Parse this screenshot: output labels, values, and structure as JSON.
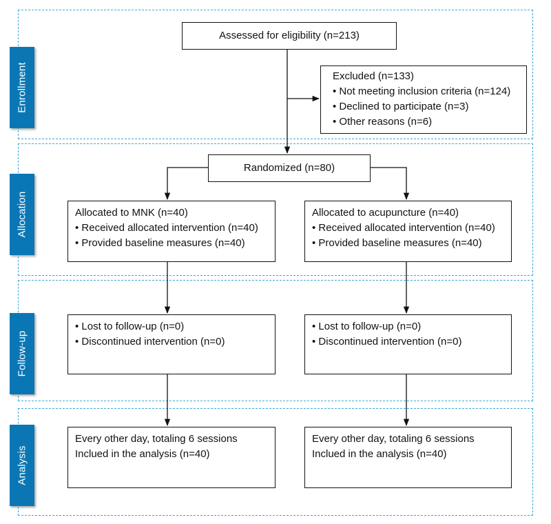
{
  "sections": [
    {
      "label": "Enrollment"
    },
    {
      "label": "Allocation"
    },
    {
      "label": "Follow-up"
    },
    {
      "label": "Analysis"
    }
  ],
  "assessed": "Assessed for eligibility (n=213)",
  "excluded": {
    "title": "Excluded (n=133)",
    "items": [
      "• Not meeting inclusion criteria (n=124)",
      "• Declined to participate (n=3)",
      "• Other reasons (n=6)"
    ]
  },
  "randomized": "Randomized (n=80)",
  "allocation": {
    "left": {
      "title": "Allocated to MNK (n=40)",
      "items": [
        "• Received allocated intervention (n=40)",
        "• Provided baseline measures (n=40)"
      ]
    },
    "right": {
      "title": "Allocated to acupuncture (n=40)",
      "items": [
        "• Received allocated intervention (n=40)",
        "• Provided baseline measures (n=40)"
      ]
    }
  },
  "followup": {
    "left": [
      "• Lost to follow-up (n=0)",
      "• Discontinued intervention (n=0)"
    ],
    "right": [
      "• Lost to follow-up (n=0)",
      "• Discontinued intervention (n=0)"
    ]
  },
  "analysis": {
    "left": [
      "Every other day, totaling 6 sessions",
      "Inclued in the analysis (n=40)"
    ],
    "right": [
      "Every other day, totaling 6 sessions",
      "Inclued in the analysis (n=40)"
    ]
  }
}
